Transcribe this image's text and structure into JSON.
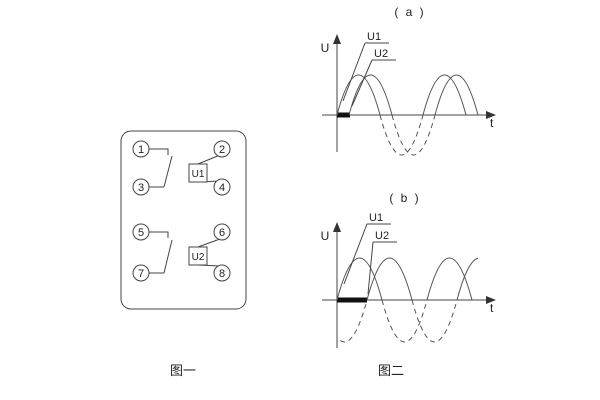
{
  "page": {
    "ink_color": "#444444",
    "background": "#ffffff"
  },
  "figure1": {
    "caption": "图一",
    "terminals": [
      "1",
      "2",
      "3",
      "4",
      "5",
      "6",
      "7",
      "8"
    ],
    "coils": [
      "U1",
      "U2"
    ]
  },
  "figure2": {
    "caption": "图二",
    "graphs": [
      {
        "label": "( a )",
        "y_axis": "U",
        "x_axis": "t",
        "curves": [
          "U1",
          "U2"
        ]
      },
      {
        "label": "( b )",
        "y_axis": "U",
        "x_axis": "t",
        "curves": [
          "U1",
          "U2"
        ]
      }
    ]
  }
}
